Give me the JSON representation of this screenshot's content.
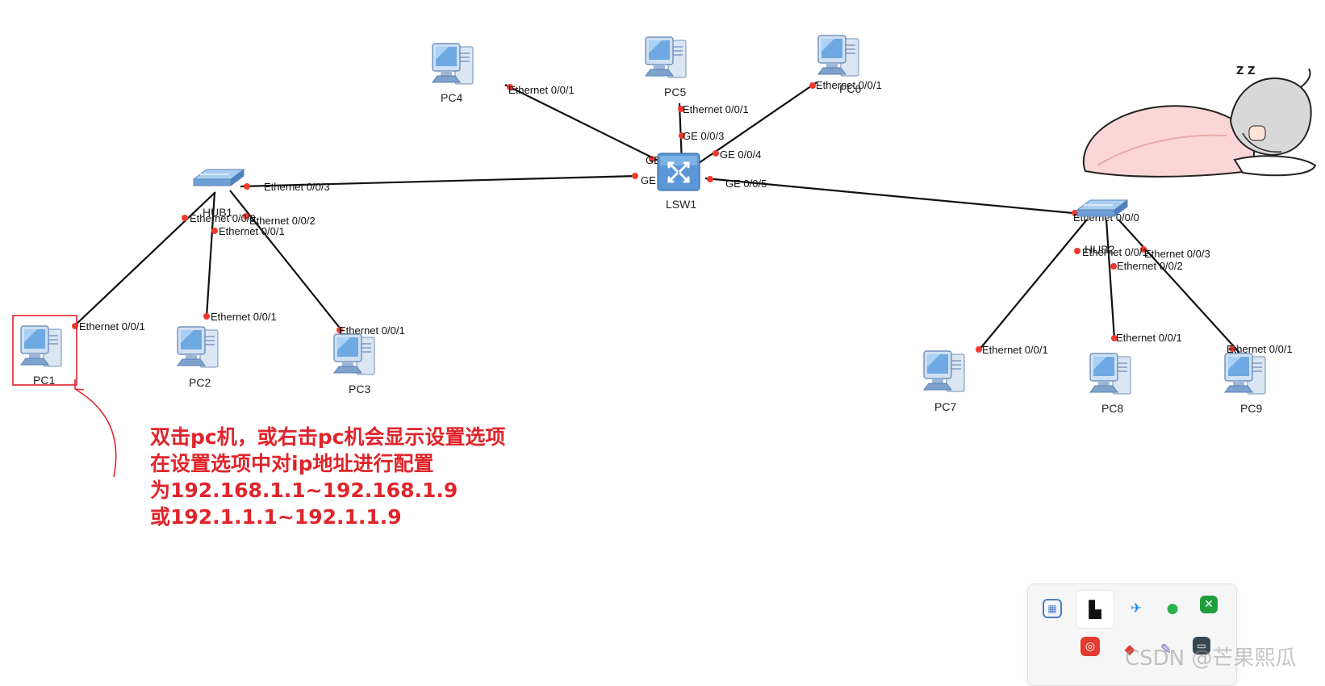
{
  "devices": {
    "pc1": "PC1",
    "pc2": "PC2",
    "pc3": "PC3",
    "pc4": "PC4",
    "pc5": "PC5",
    "pc6": "PC6",
    "pc7": "PC7",
    "pc8": "PC8",
    "pc9": "PC9",
    "hub1": "HUB1",
    "hub2": "HUB2",
    "lsw1": "LSW1"
  },
  "ports": {
    "pc1_eth": "Ethernet 0/0/1",
    "pc2_eth": "Ethernet 0/0/1",
    "pc3_eth": "Ethernet 0/0/1",
    "pc4_eth": "Ethernet 0/0/1",
    "pc5_eth": "Ethernet 0/0/1",
    "pc6_eth": "Ethernet 0/0/1",
    "pc7_eth": "Ethernet 0/0/1",
    "pc8_eth": "Ethernet 0/0/1",
    "pc9_eth": "Ethernet 0/0/1",
    "hub1_e0": "Ethernet 0/0/0",
    "hub1_e1": "Ethernet 0/0/1",
    "hub1_e2": "Ethernet 0/0/2",
    "hub1_e3": "Ethernet 0/0/3",
    "hub2_e0": "Ethernet 0/0/0",
    "hub2_e1": "Ethernet 0/0/1",
    "hub2_e2": "Ethernet 0/0/2",
    "hub2_e3": "Ethernet 0/0/3",
    "lsw_ge1": "GE 0/0/1",
    "lsw_ge2": "GE 0/0/2",
    "lsw_ge3": "GE 0/0/3",
    "lsw_ge4": "GE 0/0/4",
    "lsw_ge5": "GE 0/0/5"
  },
  "annotation": {
    "line1": "双击pc机，或右击pc机会显示设置选项",
    "line2": "在设置选项中对ip地址进行配置",
    "line3": "为192.168.1.1~192.168.1.9",
    "line4": "或192.1.1.1~192.1.1.9",
    "color": "#e0242b"
  },
  "sticker": {
    "zzz": "Z Z"
  },
  "tray": {
    "icons": [
      "network-card-icon",
      "bookmark-app-icon",
      "feishu-icon",
      "wechat-icon",
      "xbox-icon",
      "netease-music-icon",
      "todesk-icon",
      "draw-app-icon",
      "monitor-app-icon"
    ]
  },
  "watermark": "CSDN @芒果熙瓜",
  "colors": {
    "link": "#111111",
    "port_dot": "#ef3b2f",
    "pc_blue": "#5b9bd5",
    "highlight_box": "#e0242b"
  }
}
